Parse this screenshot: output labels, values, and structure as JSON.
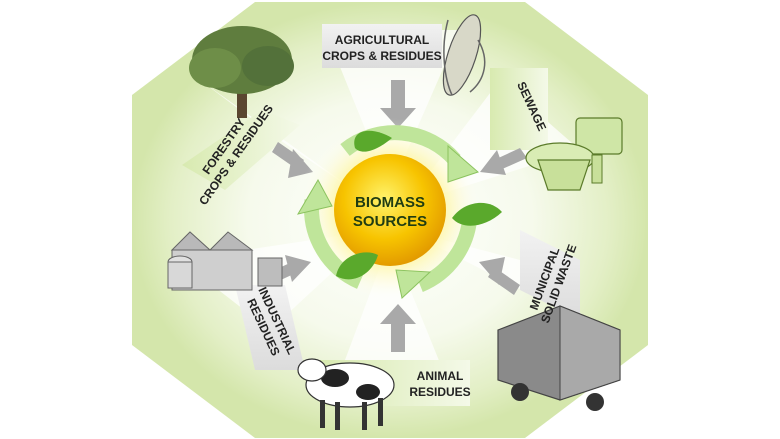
{
  "center": {
    "line1": "BIOMASS",
    "line2": "SOURCES"
  },
  "sources": {
    "agricultural": {
      "line1": "AGRICULTURAL",
      "line2": "CROPS & RESIDUES"
    },
    "sewage": {
      "line1": "SEWAGE"
    },
    "forestry": {
      "line1": "FORESTRY",
      "line2": "CROPS & RESIDUES"
    },
    "municipal": {
      "line1": "MUNICIPAL",
      "line2": "SOLID WASTE"
    },
    "industrial": {
      "line1": "INDUSTRIAL",
      "line2": "RESIDUES"
    },
    "animal": {
      "line1": "ANIMAL",
      "line2": "RESIDUES"
    }
  },
  "colors": {
    "sun_core": "#f2b400",
    "sun_glow": "#fff27a",
    "cycle_arrow": "#bfe59a",
    "leaf": "#5aa92c",
    "label_panel": "#e9f3d2",
    "gray_arrow": "#a9a9a9"
  }
}
